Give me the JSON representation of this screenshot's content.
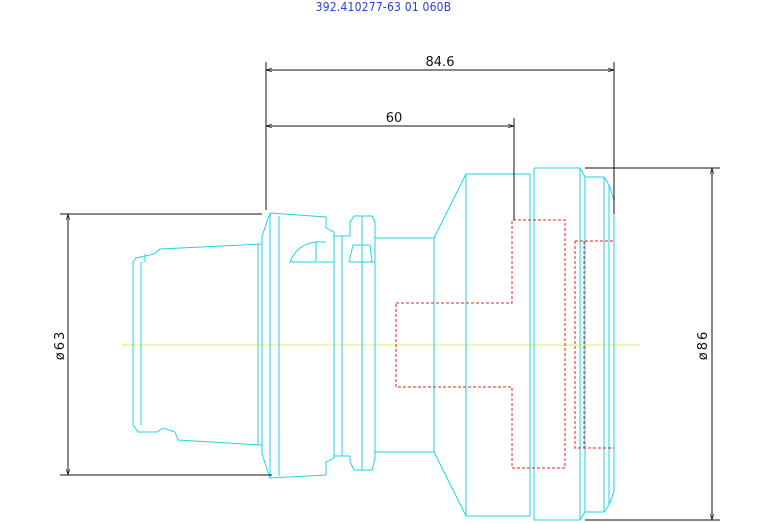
{
  "drawing": {
    "part_number": "392.410277-63 01 060B",
    "dimensions": {
      "overall_length": "84.6",
      "gauge_length": "60",
      "shank_diameter": "ø63",
      "flange_diameter": "ø86"
    },
    "colors": {
      "outline": "#22d3e6",
      "hidden": "#e2241c",
      "centerline": "#e8e85a",
      "dimension": "#111111",
      "title": "#2b3fd6"
    }
  }
}
